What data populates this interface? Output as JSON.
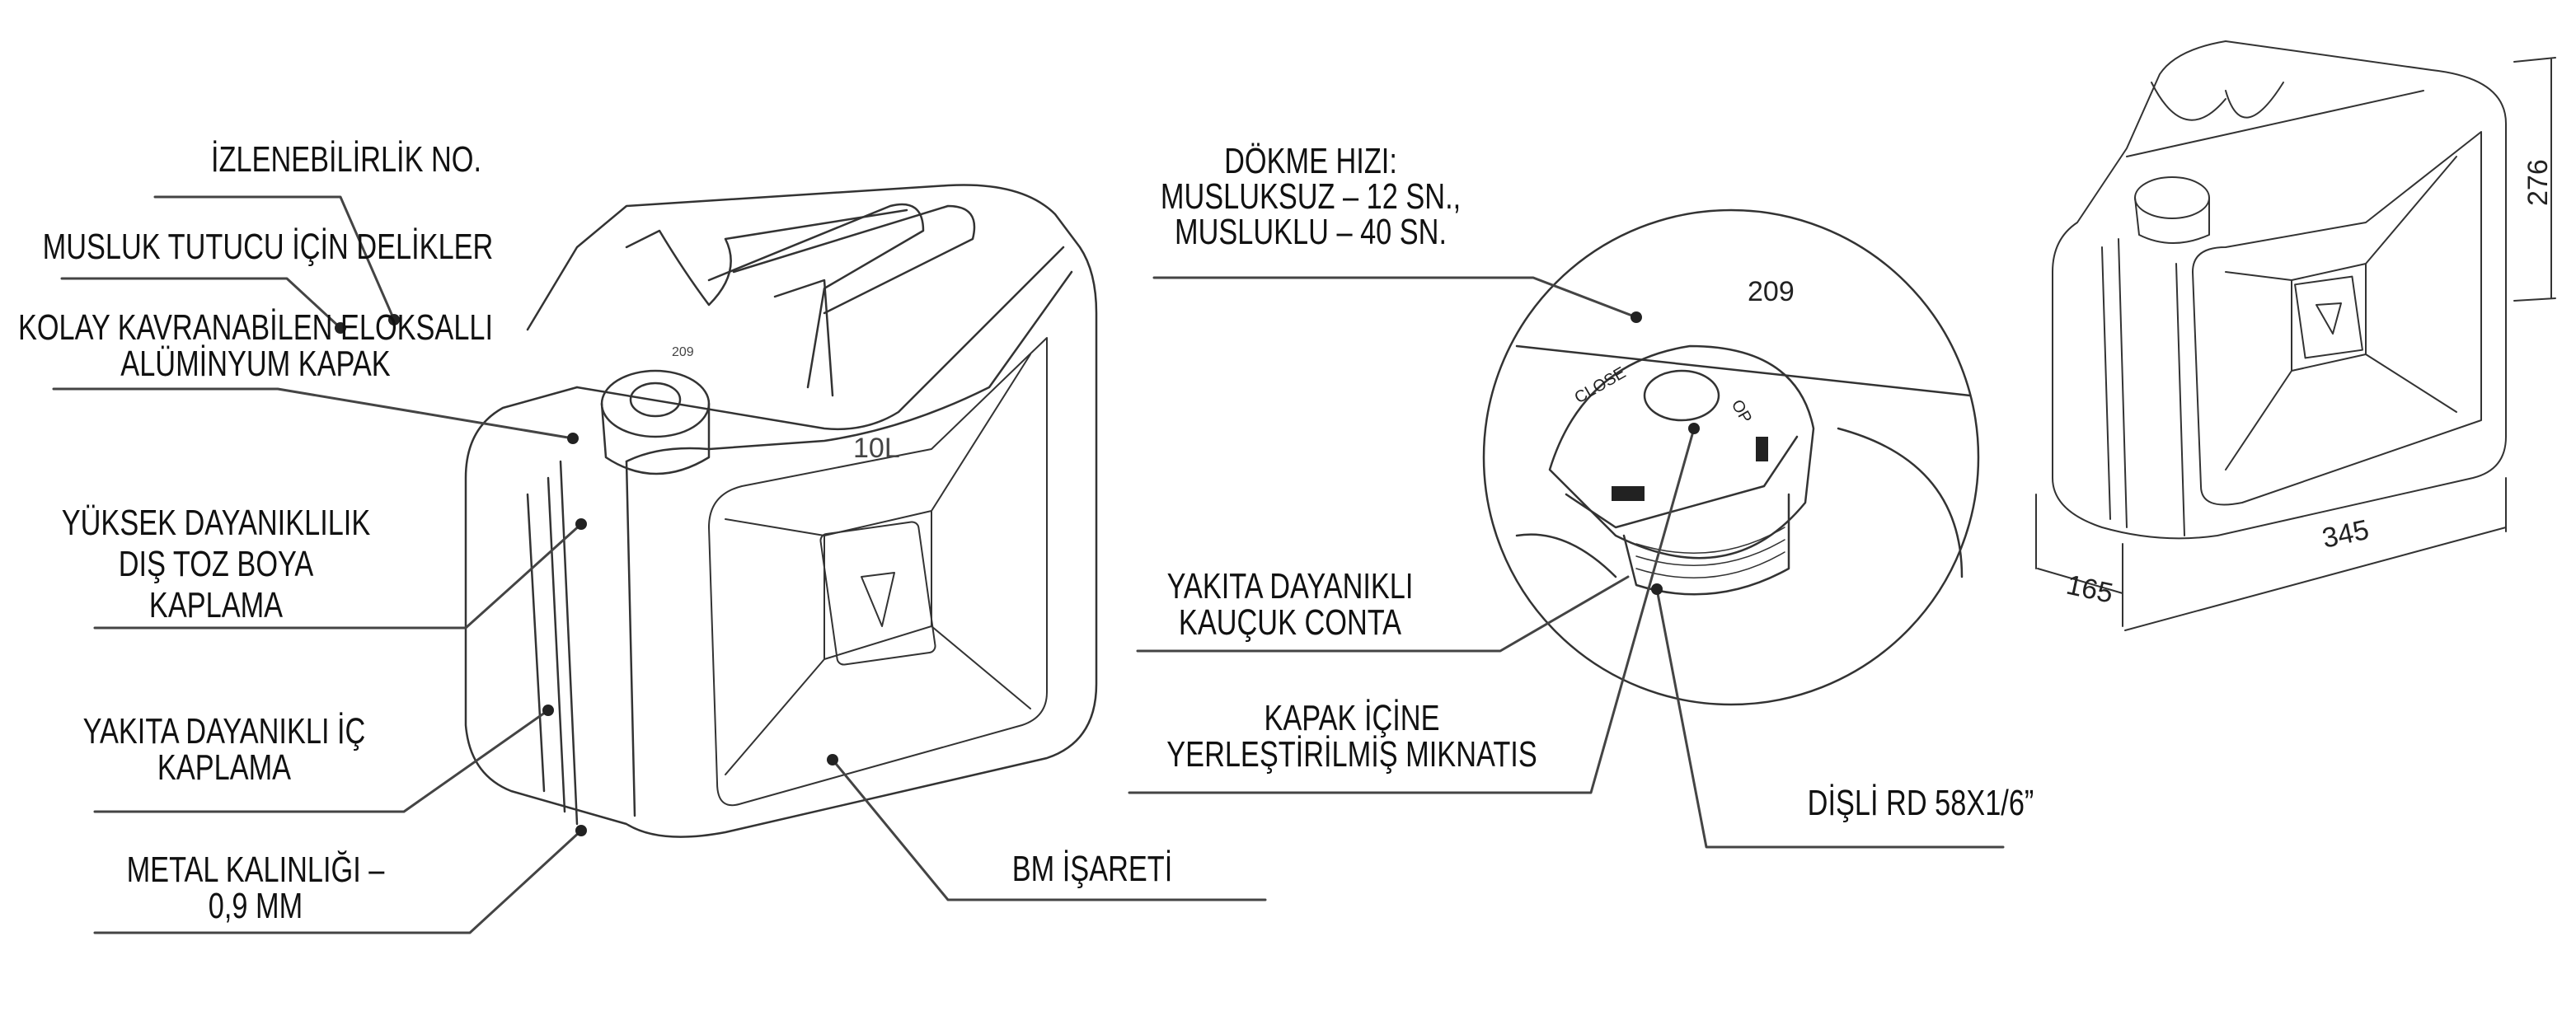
{
  "labels": {
    "traceability": [
      "İZLENEBİLİRLİK NO."
    ],
    "tap_holes": [
      "MUSLUK TUTUCU İÇİN DELİKLER"
    ],
    "cap": [
      "KOLAY KAVRANABİLEN ELOKSALLI",
      "ALÜMİNYUM KAPAK"
    ],
    "coating": [
      "YÜKSEK DAYANIKLILIK",
      "DIŞ TOZ BOYA",
      "KAPLAMA"
    ],
    "inner": [
      "YAKITA DAYANIKLI İÇ",
      "KAPLAMA"
    ],
    "thickness": [
      "METAL KALINLIĞI –",
      "0,9 MM"
    ],
    "un_mark": [
      "BM İŞARETİ"
    ],
    "pour": [
      "DÖKME HIZI:",
      "MUSLUKSUZ – 12 SN.,",
      "MUSLUKLU – 40 SN."
    ],
    "seal": [
      "YAKITA DAYANIKLI",
      "KAUÇUK CONTA"
    ],
    "magnet": [
      "KAPAK İÇİNE",
      "YERLEŞTİRİLMİŞ MIKNATIS"
    ],
    "thread": [
      "DİŞLİ RD 58X1/6”"
    ]
  },
  "can_marks": {
    "volume": "10L",
    "code": "209",
    "cap_close": "CLOSE",
    "cap_open": "OP"
  },
  "dimensions": {
    "depth": "165",
    "width": "345",
    "height": "276"
  }
}
